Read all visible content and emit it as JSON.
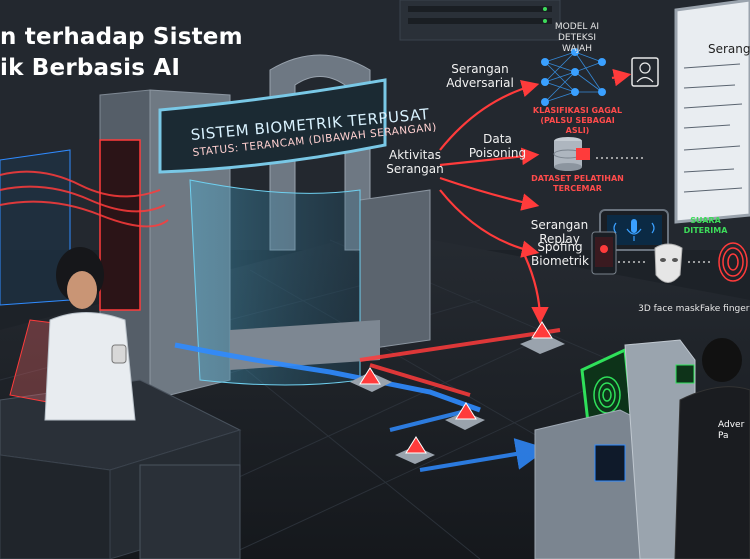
{
  "title": {
    "line1": "n terhadap Sistem",
    "line2": "ik Berbasis AI"
  },
  "sign": {
    "title": "SISTEM BIOMETRIK TERPUSAT",
    "status": "STATUS: TERANCAM (DIBAWAH SERANGAN)"
  },
  "attack_source": {
    "label": "Aktivitas Serangan"
  },
  "attacks": {
    "adversarial": {
      "label": "Serangan Adversarial",
      "model_label": "MODEL AI DETEKSI WAJAH",
      "result_label": "KLASIFIKASI GAGAL (PALSU SEBAGAI ASLI)"
    },
    "poisoning": {
      "label": "Data Poisoning",
      "result_label": "DATASET PELATIHAN TERCEMAR"
    },
    "replay": {
      "label": "Serangan Replay",
      "result_label": "SUARA DITERIMA"
    },
    "spoofing": {
      "label": "Spofing Biometrik",
      "mask_label": "3D face mask",
      "finger_label": "Fake finger"
    }
  },
  "whiteboard": {
    "title": "Serang"
  },
  "adversary": {
    "patch": "Adver Pa"
  },
  "colors": {
    "background": "#1b1f25",
    "attack_red": "#ff3b3b",
    "data_blue": "#2f8bff",
    "scanner_green": "#2fe05a",
    "warning_yellow": "#ffc400",
    "neural_blue": "#3aa0ff"
  }
}
